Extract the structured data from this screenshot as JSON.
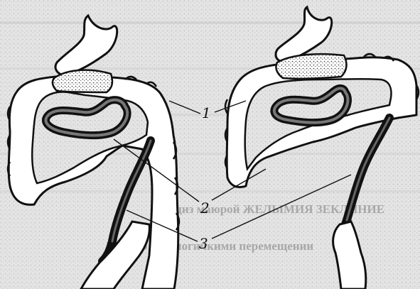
{
  "figure": {
    "labels": {
      "label_1": "1",
      "label_2": "2",
      "label_3": "3"
    },
    "bleed_through_text": {
      "line_1": "хотодиз маюрой ЖЕЛЫМИЯ ЗЕКЛИНИЕ",
      "line_2": "Тяжело патологичкими перемещении"
    },
    "colors": {
      "ink": "#111111",
      "paper": "#ffffff",
      "background_texture": "#d9d9d9"
    }
  }
}
